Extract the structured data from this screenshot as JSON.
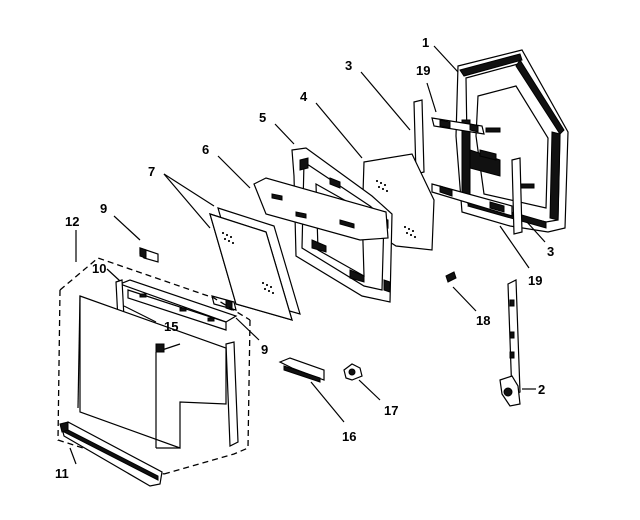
{
  "callouts": {
    "c1": "1",
    "c2": "2",
    "c3a": "3",
    "c3b": "3",
    "c4": "4",
    "c5": "5",
    "c6": "6",
    "c7": "7",
    "c9a": "9",
    "c9b": "9",
    "c10": "10",
    "c11": "11",
    "c12": "12",
    "c15": "15",
    "c16": "16",
    "c17": "17",
    "c18": "18",
    "c19a": "19",
    "c19b": "19"
  }
}
